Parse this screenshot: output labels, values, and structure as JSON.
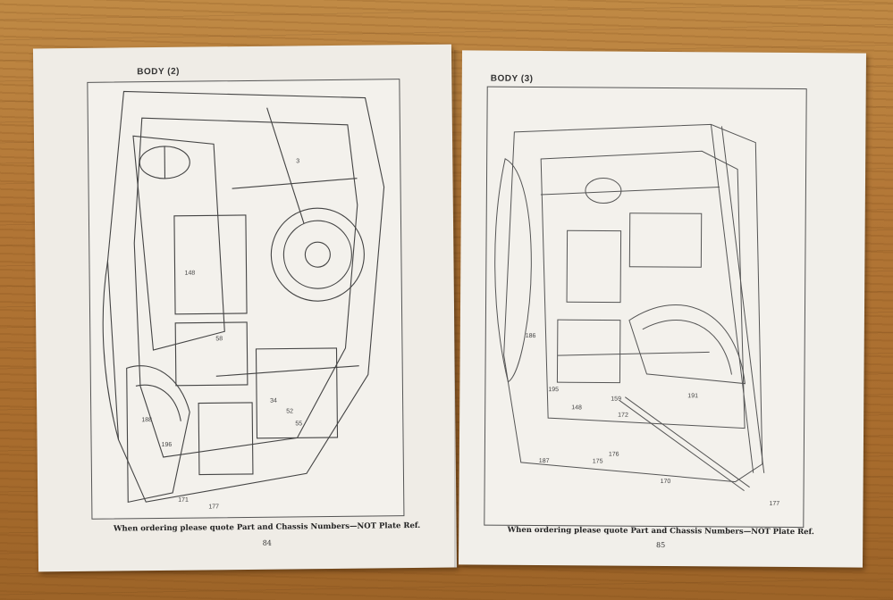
{
  "scene": {
    "background": "wooden table",
    "colors": {
      "wood": "#b07a3a",
      "paper": "#efece6",
      "ink": "#333333"
    }
  },
  "pages": [
    {
      "title": "BODY (2)",
      "footnote": "When ordering please quote Part and Chassis Numbers—NOT Plate Ref.",
      "page_number": "84",
      "callouts": [
        "3",
        "188",
        "196",
        "171",
        "177",
        "148",
        "58",
        "34",
        "52",
        "55"
      ]
    },
    {
      "title": "BODY (3)",
      "footnote": "When ordering please quote Part and Chassis Numbers—NOT Plate Ref.",
      "page_number": "85",
      "callouts": [
        "186",
        "191",
        "159",
        "172",
        "170",
        "177",
        "176",
        "175",
        "187",
        "195",
        "148"
      ]
    }
  ]
}
